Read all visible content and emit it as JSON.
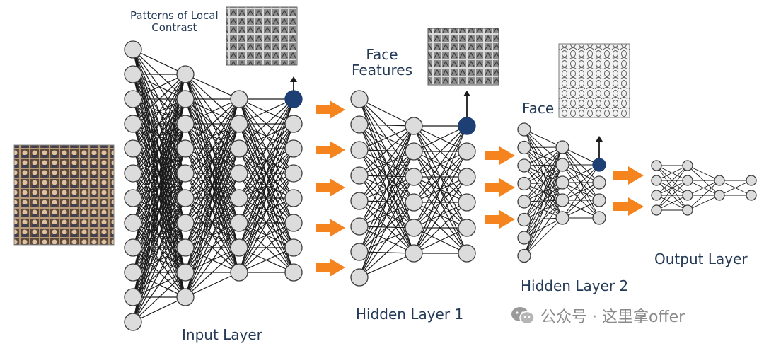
{
  "labels": {
    "local_contrast": "Patterns of Local\nContrast",
    "face_features": "Face\nFeatures",
    "face": "Face",
    "input_layer": "Input Layer",
    "hidden_layer_1": "Hidden Layer 1",
    "hidden_layer_2": "Hidden Layer 2",
    "output_layer": "Output Layer"
  },
  "watermark": "公众号 · 这里拿offer",
  "icons": [
    "face-photo-grid",
    "feature-thumbnail",
    "arrow-right",
    "arrow-up",
    "wechat-logo"
  ],
  "colors": {
    "node_fill": "#dcdcdc",
    "node_stroke": "#3c3c3c",
    "highlight_node": "#1d3f73",
    "arrow": "#f5841f",
    "edge": "#1a1a1a",
    "label": "#243a56"
  }
}
